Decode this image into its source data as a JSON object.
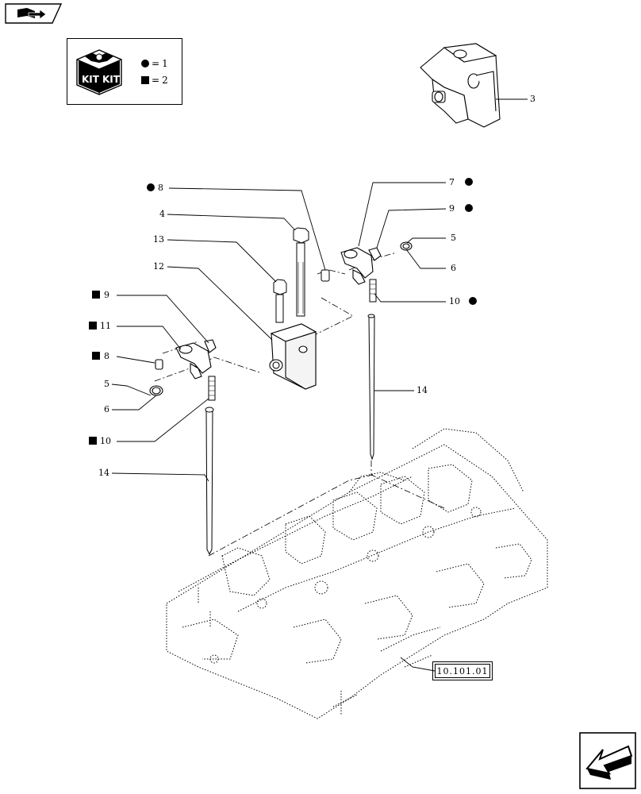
{
  "legend": [
    {
      "symbol": "circle",
      "equals": "=",
      "value": "1"
    },
    {
      "symbol": "square",
      "equals": "=",
      "value": "2"
    }
  ],
  "kit_icon_label": "KIT",
  "assembly_ref": "3",
  "reference": "10.101.01",
  "callouts": [
    {
      "id": "c8a",
      "text": "8",
      "marker": "circle"
    },
    {
      "id": "c4",
      "text": "4",
      "marker": ""
    },
    {
      "id": "c13",
      "text": "13",
      "marker": ""
    },
    {
      "id": "c12",
      "text": "12",
      "marker": ""
    },
    {
      "id": "c7",
      "text": "7",
      "marker": "circle"
    },
    {
      "id": "c9a",
      "text": "9",
      "marker": "circle"
    },
    {
      "id": "c5a",
      "text": "5",
      "marker": ""
    },
    {
      "id": "c6a",
      "text": "6",
      "marker": ""
    },
    {
      "id": "c10a",
      "text": "10",
      "marker": "circle"
    },
    {
      "id": "c9b",
      "text": "9",
      "marker": "square"
    },
    {
      "id": "c11",
      "text": "11",
      "marker": "square"
    },
    {
      "id": "c8b",
      "text": "8",
      "marker": "square"
    },
    {
      "id": "c5b",
      "text": "5",
      "marker": ""
    },
    {
      "id": "c6b",
      "text": "6",
      "marker": ""
    },
    {
      "id": "c10b",
      "text": "10",
      "marker": "square"
    },
    {
      "id": "c14a",
      "text": "14",
      "marker": ""
    },
    {
      "id": "c14b",
      "text": "14",
      "marker": ""
    }
  ]
}
